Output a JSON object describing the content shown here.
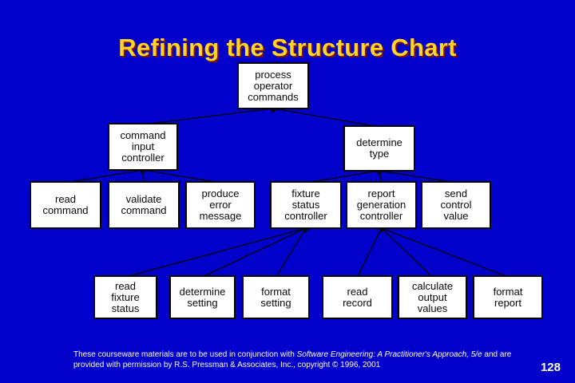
{
  "slide": {
    "title": "Refining the Structure Chart",
    "page_number": "128",
    "footer": {
      "line1_prefix": "These courseware materials are to be used in conjunction with ",
      "book_title": "Software Engineering: A Practitioner's Approach, 5/e",
      "line1_suffix": " and are",
      "line2": "provided with permission by R.S. Pressman & Associates, Inc., copyright © 1996, 2001"
    }
  },
  "colors": {
    "background": "#0101CB",
    "title_color": "#FFD42A",
    "title_shadow": "#7A1208",
    "box_fill": "#FFFFFF",
    "box_border": "#000000",
    "connector": "#05051E",
    "footer_color": "#FFFFFF"
  },
  "diagram": {
    "type": "structure-chart",
    "nodes": [
      {
        "id": "process-operator-commands",
        "label_lines": [
          "process",
          "operator",
          "commands"
        ]
      },
      {
        "id": "command-input-controller",
        "label_lines": [
          "command",
          "input",
          "controller"
        ]
      },
      {
        "id": "determine-type",
        "label_lines": [
          "determine",
          "type"
        ]
      },
      {
        "id": "read-command",
        "label_lines": [
          "read",
          "command"
        ]
      },
      {
        "id": "validate-command",
        "label_lines": [
          "validate",
          "command"
        ]
      },
      {
        "id": "produce-error-message",
        "label_lines": [
          "produce",
          "error",
          "message"
        ]
      },
      {
        "id": "fixture-status-controller",
        "label_lines": [
          "fixture",
          "status",
          "controller"
        ]
      },
      {
        "id": "report-generation-controller",
        "label_lines": [
          "report",
          "generation",
          "controller"
        ]
      },
      {
        "id": "send-control-value",
        "label_lines": [
          "send",
          "control",
          "value"
        ]
      },
      {
        "id": "read-fixture-status",
        "label_lines": [
          "read",
          "fixture",
          "status"
        ]
      },
      {
        "id": "determine-setting",
        "label_lines": [
          "determine",
          "setting"
        ]
      },
      {
        "id": "format-setting",
        "label_lines": [
          "format",
          "setting"
        ]
      },
      {
        "id": "read-record",
        "label_lines": [
          "read",
          "record"
        ]
      },
      {
        "id": "calculate-output-values",
        "label_lines": [
          "calculate",
          "output",
          "values"
        ]
      },
      {
        "id": "format-report",
        "label_lines": [
          "format",
          "report"
        ]
      }
    ],
    "edges": [
      {
        "from": "process-operator-commands",
        "to": "command-input-controller"
      },
      {
        "from": "process-operator-commands",
        "to": "determine-type"
      },
      {
        "from": "command-input-controller",
        "to": "read-command"
      },
      {
        "from": "command-input-controller",
        "to": "validate-command"
      },
      {
        "from": "command-input-controller",
        "to": "produce-error-message"
      },
      {
        "from": "determine-type",
        "to": "fixture-status-controller"
      },
      {
        "from": "determine-type",
        "to": "report-generation-controller"
      },
      {
        "from": "determine-type",
        "to": "send-control-value"
      },
      {
        "from": "fixture-status-controller",
        "to": "read-fixture-status"
      },
      {
        "from": "fixture-status-controller",
        "to": "determine-setting"
      },
      {
        "from": "fixture-status-controller",
        "to": "format-setting"
      },
      {
        "from": "report-generation-controller",
        "to": "read-record"
      },
      {
        "from": "report-generation-controller",
        "to": "calculate-output-values"
      },
      {
        "from": "report-generation-controller",
        "to": "format-report"
      }
    ]
  }
}
